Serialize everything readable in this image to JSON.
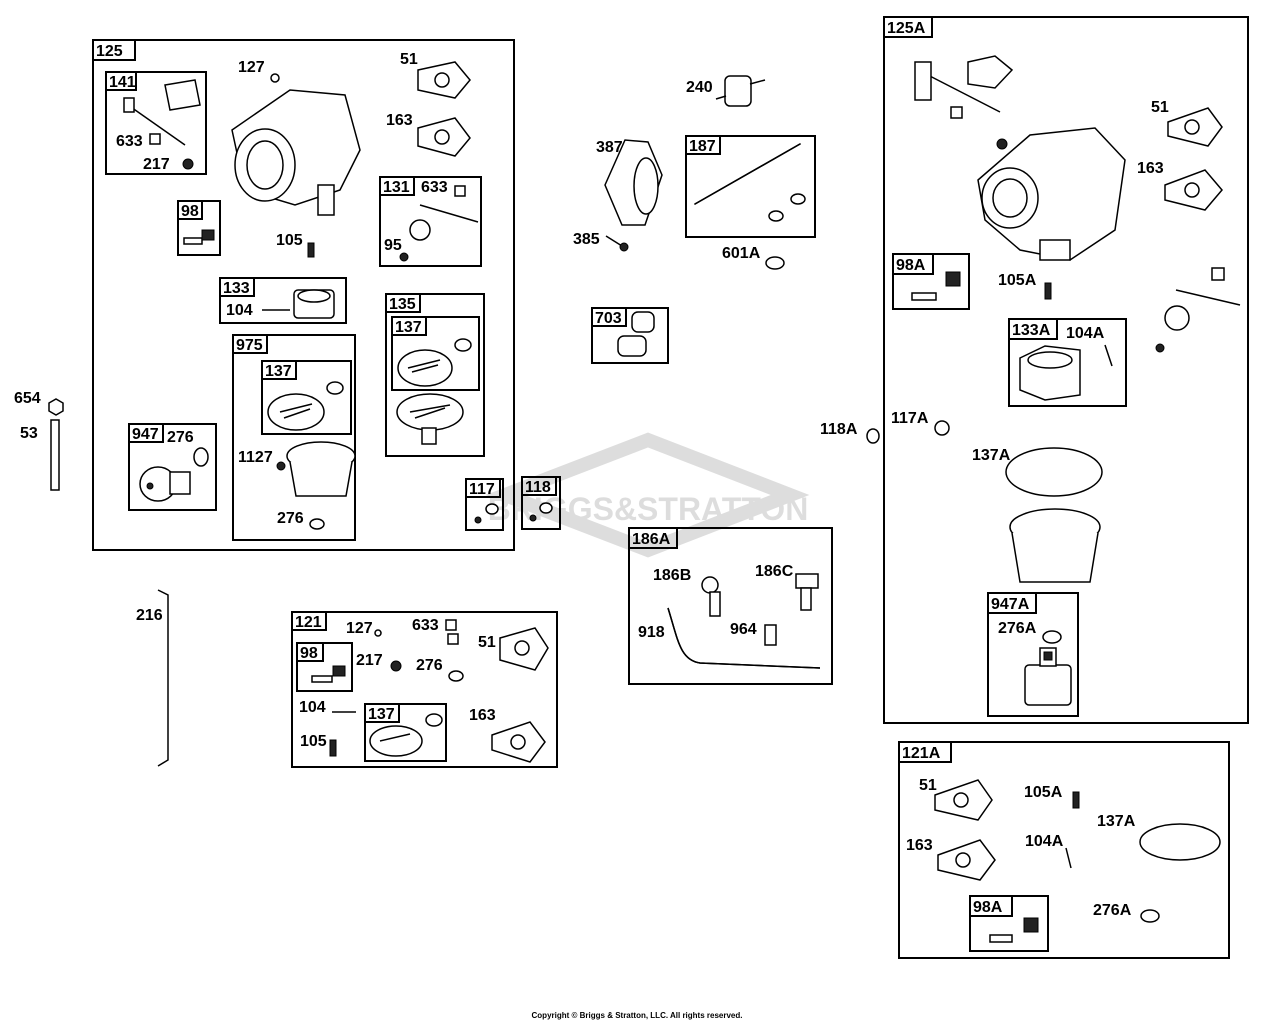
{
  "watermark": "BRIGGS&STRATTON",
  "copyright": "Copyright © Briggs & Stratton, LLC. All rights reserved.",
  "groups": {
    "g125": "125",
    "g141": "141",
    "g98": "98",
    "g133": "133",
    "g131": "131",
    "g135": "135",
    "g137a": "137",
    "g975": "975",
    "g137b": "137",
    "g947": "947",
    "g117": "117",
    "g118": "118",
    "g187": "187",
    "g703": "703",
    "g186A": "186A",
    "g121": "121",
    "g98b": "98",
    "g137c": "137",
    "g125A": "125A",
    "g98A": "98A",
    "g133A": "133A",
    "g947A": "947A",
    "g121A": "121A",
    "g98Ab": "98A"
  },
  "labels": {
    "l127": "127",
    "l51": "51",
    "l163": "163",
    "l633": "633",
    "l217": "217",
    "l105": "105",
    "l633b": "633",
    "l95": "95",
    "l104": "104",
    "l276": "276",
    "l1127": "1127",
    "l276b": "276",
    "l654": "654",
    "l53": "53",
    "l216": "216",
    "l240": "240",
    "l387": "387",
    "l385": "385",
    "l601A": "601A",
    "l186B": "186B",
    "l186C": "186C",
    "l918": "918",
    "l964": "964",
    "l127b": "127",
    "l633c": "633",
    "l51b": "51",
    "l217b": "217",
    "l276c": "276",
    "l104b": "104",
    "l105b": "105",
    "l163b": "163",
    "l51c": "51",
    "l163c": "163",
    "l105A": "105A",
    "l104A": "104A",
    "l118A": "118A",
    "l117A": "117A",
    "l137A": "137A",
    "l276A": "276A",
    "l51d": "51",
    "l163d": "163",
    "l105Ab": "105A",
    "l104Ab": "104A",
    "l137Ab": "137A",
    "l276Ab": "276A"
  }
}
